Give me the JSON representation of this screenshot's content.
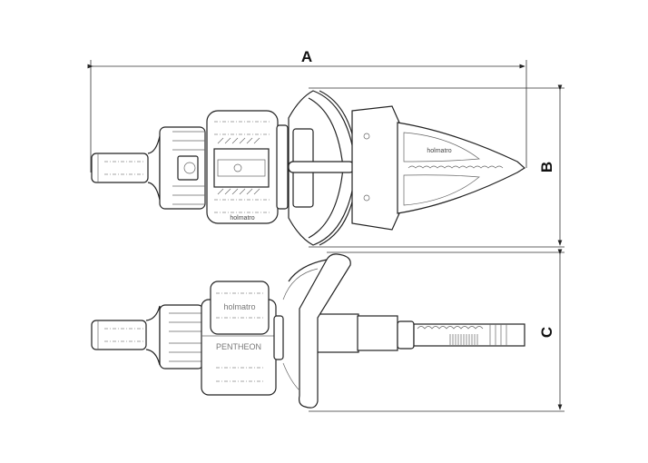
{
  "dimensions": {
    "a_label": "A",
    "b_label": "B",
    "c_label": "C"
  },
  "top_view": {
    "jaw_brand": "holmatro",
    "motor_brand": "holmatro"
  },
  "side_view": {
    "motor_brand": "holmatro",
    "model_name": "PENTHEON"
  },
  "colors": {
    "line": "#222222",
    "background": "#ffffff"
  }
}
